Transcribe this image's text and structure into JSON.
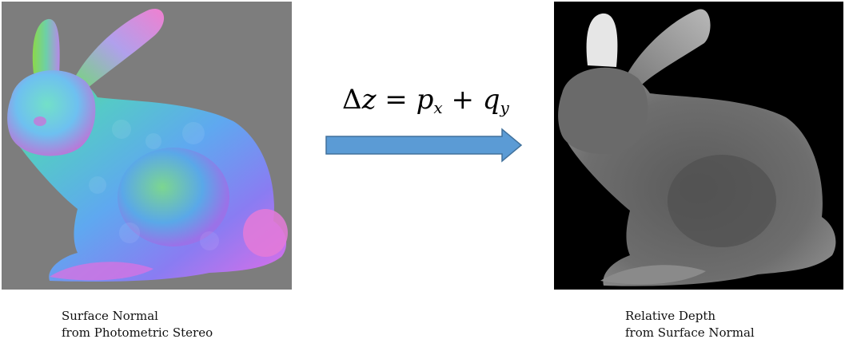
{
  "left_panel": {
    "caption_line1": "Surface Normal",
    "caption_line2": "from Photometric Stereo",
    "background_color": "#7d7d7d"
  },
  "right_panel": {
    "caption_line1": "Relative Depth",
    "caption_line2": "from Surface Normal",
    "background_color": "#000000"
  },
  "equation": {
    "delta": "Δ",
    "lhs": "z",
    "equals": " = ",
    "p": "p",
    "p_sub": "x",
    "plus": " + ",
    "q": "q",
    "q_sub": "y"
  },
  "arrow": {
    "fill_color": "#5b9bd5",
    "stroke_color": "#41719c",
    "direction": "right"
  }
}
